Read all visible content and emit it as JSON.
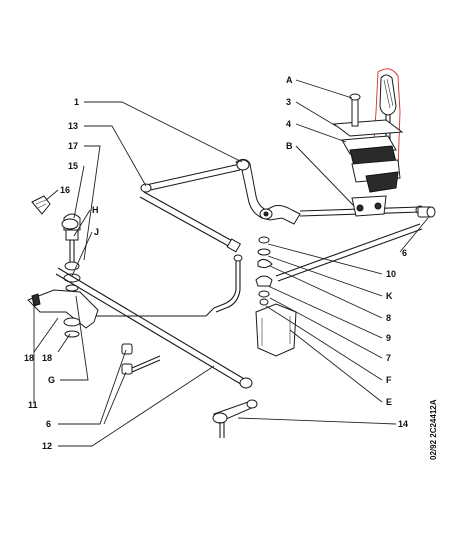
{
  "diagram": {
    "callouts": [
      {
        "key": "A",
        "label": "A"
      },
      {
        "key": "3",
        "label": "3"
      },
      {
        "key": "4",
        "label": "4"
      },
      {
        "key": "B",
        "label": "B"
      },
      {
        "key": "1",
        "label": "1"
      },
      {
        "key": "13",
        "label": "13"
      },
      {
        "key": "15",
        "label": "15"
      },
      {
        "key": "17",
        "label": "17"
      },
      {
        "key": "16",
        "label": "16"
      },
      {
        "key": "H",
        "label": "H"
      },
      {
        "key": "J",
        "label": "J"
      },
      {
        "key": "6a",
        "label": "6"
      },
      {
        "key": "10",
        "label": "10"
      },
      {
        "key": "K",
        "label": "K"
      },
      {
        "key": "8",
        "label": "8"
      },
      {
        "key": "9",
        "label": "9"
      },
      {
        "key": "7",
        "label": "7"
      },
      {
        "key": "F",
        "label": "F"
      },
      {
        "key": "E",
        "label": "E"
      },
      {
        "key": "18a",
        "label": "18"
      },
      {
        "key": "18b",
        "label": "18"
      },
      {
        "key": "G",
        "label": "G"
      },
      {
        "key": "11",
        "label": "11"
      },
      {
        "key": "6b",
        "label": "6"
      },
      {
        "key": "12",
        "label": "12"
      },
      {
        "key": "14",
        "label": "14"
      }
    ],
    "reference_stamp": "02/92  2C24412A"
  }
}
